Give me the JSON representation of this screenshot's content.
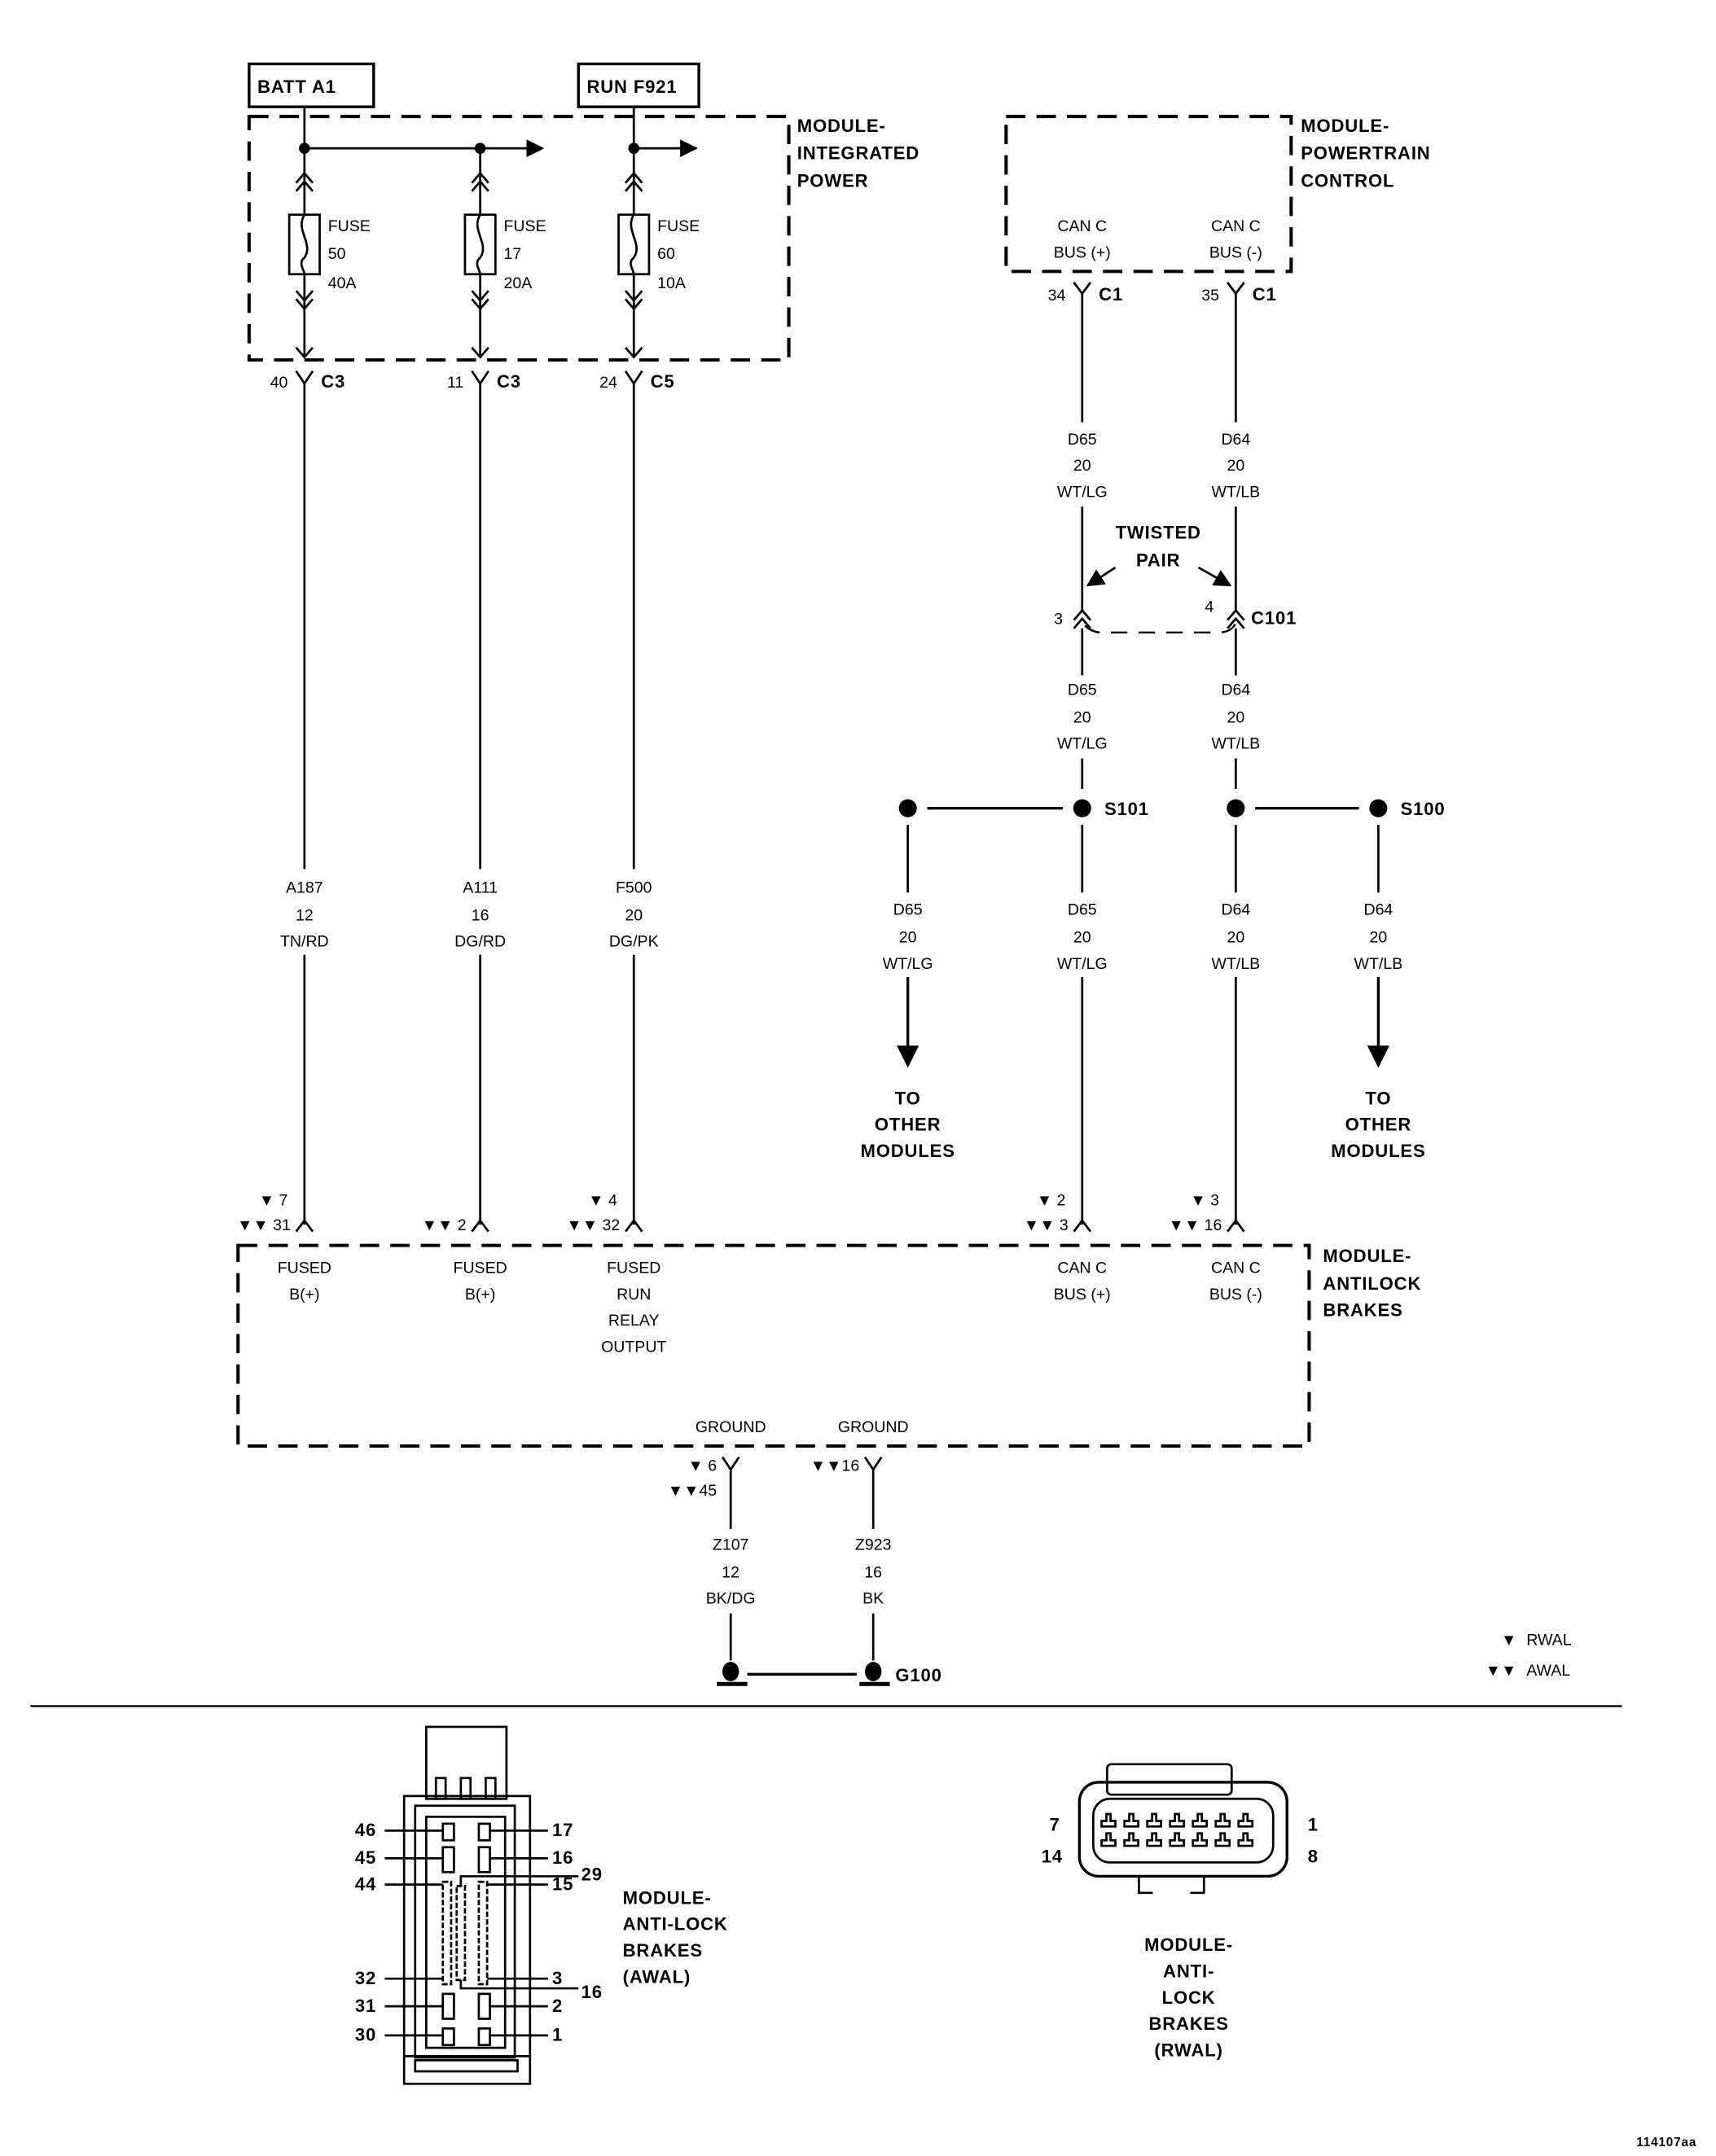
{
  "sources": {
    "batt": "BATT A1",
    "run": "RUN F921"
  },
  "ipm": {
    "label": [
      "MODULE-",
      "INTEGRATED",
      "POWER"
    ],
    "fuses": [
      {
        "name": "FUSE",
        "num": "50",
        "rating": "40A"
      },
      {
        "name": "FUSE",
        "num": "17",
        "rating": "20A"
      },
      {
        "name": "FUSE",
        "num": "60",
        "rating": "10A"
      }
    ],
    "outputs": [
      {
        "pin": "40",
        "conn": "C3"
      },
      {
        "pin": "11",
        "conn": "C3"
      },
      {
        "pin": "24",
        "conn": "C5"
      }
    ]
  },
  "power_wires": [
    {
      "circuit": "A187",
      "gauge": "12",
      "color": "TN/RD"
    },
    {
      "circuit": "A111",
      "gauge": "16",
      "color": "DG/RD"
    },
    {
      "circuit": "F500",
      "gauge": "20",
      "color": "DG/PK"
    }
  ],
  "pcm": {
    "label": [
      "MODULE-",
      "POWERTRAIN",
      "CONTROL"
    ],
    "pins": [
      {
        "func1": "CAN C",
        "func2": "BUS (+)",
        "pin": "34",
        "conn": "C1"
      },
      {
        "func1": "CAN C",
        "func2": "BUS (-)",
        "pin": "35",
        "conn": "C1"
      }
    ]
  },
  "can_upper": [
    {
      "circuit": "D65",
      "gauge": "20",
      "color": "WT/LG"
    },
    {
      "circuit": "D64",
      "gauge": "20",
      "color": "WT/LB"
    }
  ],
  "twisted_pair": [
    "TWISTED",
    "PAIR"
  ],
  "c101": {
    "pin_a": "3",
    "pin_b": "4",
    "name": "C101"
  },
  "can_mid": [
    {
      "circuit": "D65",
      "gauge": "20",
      "color": "WT/LG"
    },
    {
      "circuit": "D64",
      "gauge": "20",
      "color": "WT/LB"
    }
  ],
  "splices": {
    "s101": "S101",
    "s100": "S100"
  },
  "can_lower": [
    {
      "circuit": "D65",
      "gauge": "20",
      "color": "WT/LG"
    },
    {
      "circuit": "D65",
      "gauge": "20",
      "color": "WT/LG"
    },
    {
      "circuit": "D64",
      "gauge": "20",
      "color": "WT/LB"
    },
    {
      "circuit": "D64",
      "gauge": "20",
      "color": "WT/LB"
    }
  ],
  "to_other": [
    "TO",
    "OTHER",
    "MODULES"
  ],
  "abs": {
    "label": [
      "MODULE-",
      "ANTILOCK",
      "BRAKES"
    ],
    "inputs": [
      {
        "rwal": "7",
        "awal": "31",
        "func": [
          "FUSED",
          "B(+)"
        ]
      },
      {
        "rwal": "",
        "awal": "2",
        "func": [
          "FUSED",
          "B(+)"
        ]
      },
      {
        "rwal": "4",
        "awal": "32",
        "func": [
          "FUSED",
          "RUN",
          "RELAY",
          "OUTPUT"
        ]
      },
      {
        "rwal": "2",
        "awal": "3",
        "func": [
          "CAN C",
          "BUS (+)"
        ]
      },
      {
        "rwal": "3",
        "awal": "16",
        "func": [
          "CAN C",
          "BUS (-)"
        ]
      }
    ],
    "grounds": [
      {
        "label": "GROUND",
        "rwal": "6",
        "awal": "45",
        "circuit": "Z107",
        "gauge": "12",
        "color": "BK/DG"
      },
      {
        "label": "GROUND",
        "rwal": "",
        "awal": "16",
        "circuit": "Z923",
        "gauge": "16",
        "color": "BK"
      }
    ]
  },
  "ground_point": "G100",
  "legend": [
    {
      "symbol": "▼",
      "label": "RWAL"
    },
    {
      "symbol": "▼▼",
      "label": "AWAL"
    }
  ],
  "awal_connector": {
    "label": [
      "MODULE-",
      "ANTI-LOCK",
      "BRAKES",
      "(AWAL)"
    ],
    "left_pins": [
      "46",
      "45",
      "44",
      "32",
      "31",
      "30"
    ],
    "right_pins": [
      "17",
      "16",
      "15",
      "3",
      "2",
      "1"
    ],
    "center_pins": [
      "29",
      "16"
    ]
  },
  "rwal_connector": {
    "label": [
      "MODULE-",
      "ANTI-",
      "LOCK",
      "BRAKES",
      "(RWAL)"
    ],
    "pins": {
      "top_left": "7",
      "bottom_left": "14",
      "top_right": "1",
      "bottom_right": "8"
    }
  },
  "figure_id": "114107aa"
}
